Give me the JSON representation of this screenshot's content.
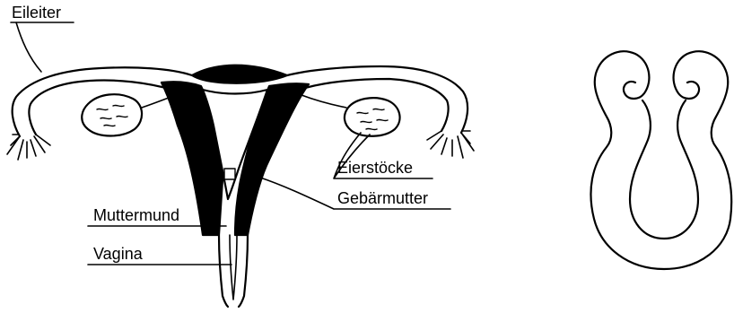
{
  "diagram": {
    "labels": {
      "fallopian_tube": "Eileiter",
      "ovaries": "Eierstöcke",
      "uterus": "Gebärmutter",
      "cervix": "Muttermund",
      "vagina": "Vagina"
    }
  },
  "colors": {
    "ink": "#000000",
    "background": "#ffffff"
  }
}
